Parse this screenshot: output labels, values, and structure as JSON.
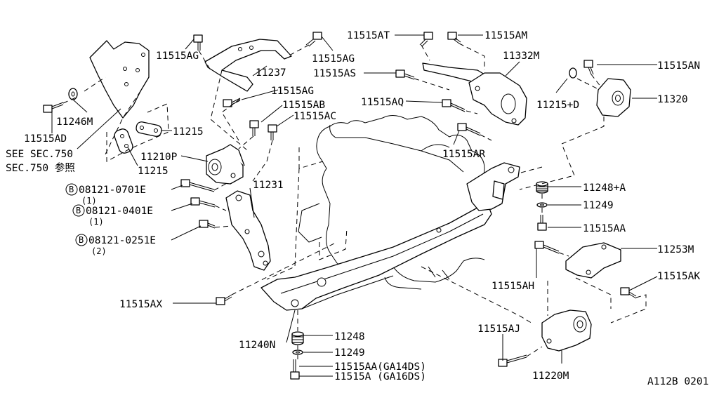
{
  "labels": {
    "p11515AT": "11515AT",
    "p11515AM": "11515AM",
    "p11515AG_a": "11515AG",
    "p11515AG_b": "11515AG",
    "p11237": "11237",
    "p11332M": "11332M",
    "p11515AN": "11515AN",
    "p11515AS": "11515AS",
    "p11515AG_c": "11515AG",
    "p11515AQ": "11515AQ",
    "p11215D": "11215+D",
    "p11320": "11320",
    "p11515AB": "11515AB",
    "p11515AC": "11515AC",
    "p11246M": "11246M",
    "p11515AD": "11515AD",
    "p11215_a": "11215",
    "p11215_b": "11215",
    "see_sec": "SEE SEC.750",
    "sec_ref": "SEC.750 参照",
    "p11210P": "11210P",
    "p11515AR": "11515AR",
    "p11231": "11231",
    "p11248A": "11248+A",
    "p11249_a": "11249",
    "p11515AA_a": "11515AA",
    "p11253M": "11253M",
    "p11515AK": "11515AK",
    "p11515AH": "11515AH",
    "p11515AX": "11515AX",
    "p11515AJ": "11515AJ",
    "p11248": "11248",
    "p11249_b": "11249",
    "p11515AA_b": "11515AA(GA14DS)",
    "p11515A": "11515A (GA16DS)",
    "p11240N": "11240N",
    "p11220M": "11220M",
    "bolt1_code": "08121-0701E",
    "bolt1_qty": "(1)",
    "bolt2_code": "08121-0401E",
    "bolt2_qty": "(1)",
    "bolt3_code": "08121-0251E",
    "bolt3_qty": "(2)",
    "b_marker": "B",
    "diagram_code": "A112B 0201"
  }
}
